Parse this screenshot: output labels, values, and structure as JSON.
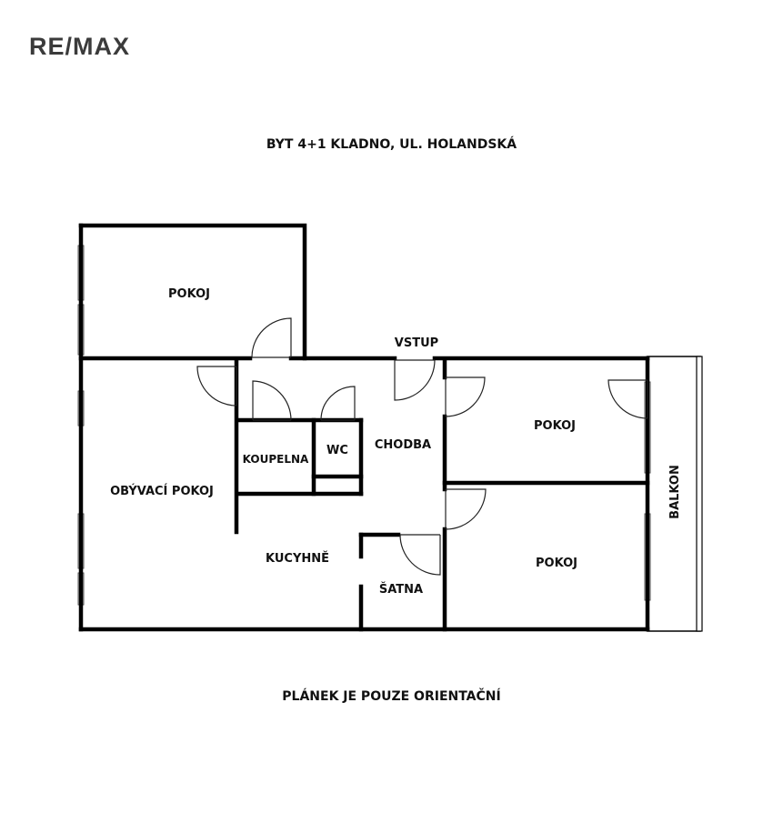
{
  "brand": {
    "logo_text": "RE/MAX"
  },
  "heading": "BYT 4+1 KLADNO, UL. HOLANDSKÁ",
  "footer": "PLÁNEK JE POUZE ORIENTAČNÍ",
  "rooms": {
    "pokoj_top": "POKOJ",
    "vstup": "VSTUP",
    "obyvaci": "OBÝVACÍ POKOJ",
    "koupelna": "KOUPELNA",
    "wc": "WC",
    "chodba": "CHODBA",
    "pokoj_right_top": "POKOJ",
    "pokoj_right_bottom": "POKOJ",
    "kuchyne": "KUCYHNĚ",
    "satna": "ŠATNA",
    "balkon": "BALKON"
  }
}
